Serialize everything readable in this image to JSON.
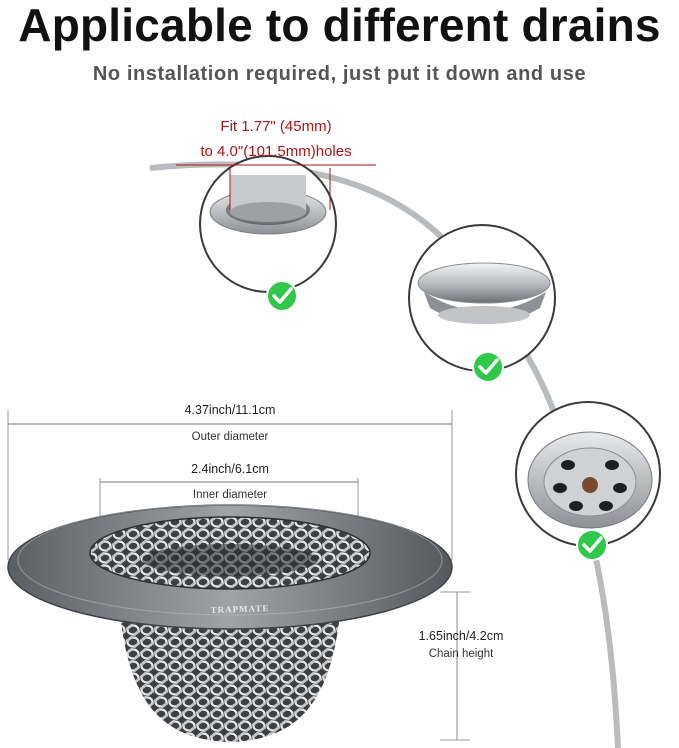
{
  "header": {
    "title": "Applicable to different drains",
    "subtitle": "No installation required, just put it down and use"
  },
  "fit_note": {
    "line1": "Fit 1.77\" (45mm)",
    "line2": "to 4.0\"(101.5mm)holes"
  },
  "dimensions": {
    "outer_value": "4.37inch/11.1cm",
    "outer_label": "Outer diameter",
    "inner_value": "2.4inch/6.1cm",
    "inner_label": "Inner diameter",
    "height_value": "1.65inch/4.2cm",
    "height_label": "Chain height"
  },
  "brand": "TRAPMATE",
  "icons": [
    "check-icon",
    "check-icon",
    "check-icon"
  ],
  "colors": {
    "accent_red": "#b01515",
    "check_green": "#2fc94a",
    "steel": "#8a8e93"
  }
}
